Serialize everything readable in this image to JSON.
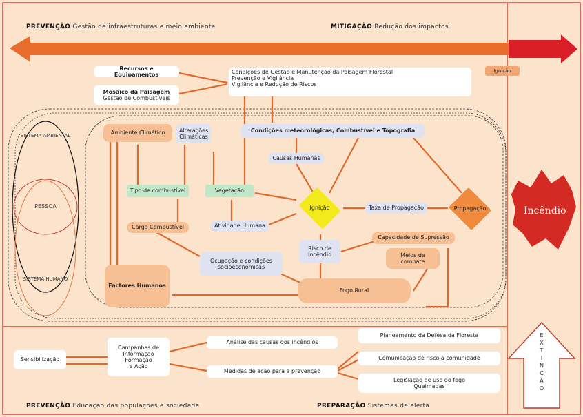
{
  "top_banner": {
    "left_label": "PREVENÇÃO",
    "left_text": "Gestão de infraestruturas e meio ambiente",
    "right_label": "MITIGAÇÃO",
    "right_text": "Redução dos impactos"
  },
  "bottom_banner": {
    "left_label": "PREVENÇÃO",
    "left_text": "Educação das populações e sociedade",
    "right_label": "PREPARAÇÃO",
    "right_text": "Sistemas de alerta"
  },
  "badge": "Ignição",
  "flame_label": "Incêndio",
  "left_oval_labels": [
    "SISTEMA AMBIENTAL",
    "PESSOA",
    "SISTEMA HUMANO"
  ],
  "extinction_letters": [
    "E",
    "X",
    "T",
    "I",
    "N",
    "Ç",
    "Ã",
    "O"
  ],
  "top_nodes": {
    "resources": "Recursos e Equipamentos",
    "landscape_title": "Mosaico da Paisagem",
    "landscape_sub": "Gestão de Combustíveis",
    "plan_line1": "Condições de Gestão e Manutenção da Paisagem Florestal",
    "plan_line2": "Prevenção e Vigilância",
    "plan_line3": "Vigilância e Redução de Riscos"
  },
  "inner_nodes": {
    "conditions": "Condições meteorológicas, Combustível e Topografia",
    "human_ignition": "Causas Humanas",
    "ignition": "Ignição",
    "propagation": "Propagação",
    "spread_rate": "Taxa de Propagação",
    "climate": "Ambiente Climático",
    "climate_change": "Alterações Climáticas",
    "fuel_type": "Tipo de combustível",
    "fuel_load": "Carga Combustível",
    "vegetation": "Vegetação",
    "human_activity": "Atividade Humana",
    "socioeconomic": "Ocupação e condições socioeconómicas",
    "weather": "Risco de Incêndio",
    "suppression": "Capacidade de Supressão",
    "firefighting": "Meios de combate",
    "rural_fire": "Fogo Rural",
    "human_factors": "Factores Humanos"
  },
  "bottom_nodes": {
    "cause": "Sensibilização",
    "campaigns_line1": "Campanhas de",
    "campaigns_line2": "Informação",
    "campaigns_line3": "Formação",
    "campaigns_line4": "e Ação",
    "analysis": "Análise das causas dos incêndios",
    "measures": "Medidas de ação para a prevenção",
    "rural_plan": "Planeamento da Defesa da Floresta",
    "community": "Comunicação de risco à comunidade",
    "legislation_1": "Legislação de uso do fogo",
    "legislation_2": "Queimadas"
  }
}
